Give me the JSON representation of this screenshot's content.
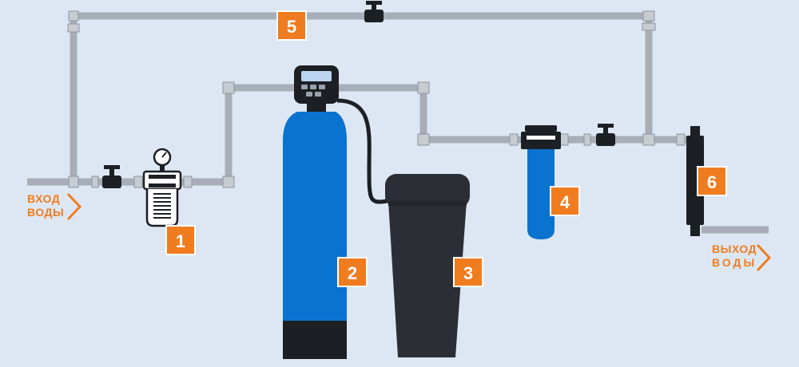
{
  "colors": {
    "background": "#dde7f3",
    "pipe": "#a7aeb7",
    "badge": "#f07c20",
    "tank_blue": "#0a72cf",
    "tank_base": "#1c1f24",
    "brine_tank": "#2b2f35",
    "label_text": "#f07c20"
  },
  "inlet": {
    "line1": "ВХОД",
    "line2": "ВОДЫ"
  },
  "outlet": {
    "line1": "ВЫХОД",
    "line2": "ВОДЫ"
  },
  "components": [
    {
      "number": "1",
      "icon": "mechanical-filter-with-gauge-icon"
    },
    {
      "number": "2",
      "icon": "softener-tank-icon"
    },
    {
      "number": "3",
      "icon": "brine-tank-icon"
    },
    {
      "number": "4",
      "icon": "cartridge-filter-icon"
    },
    {
      "number": "5",
      "icon": "bypass-line-icon"
    },
    {
      "number": "6",
      "icon": "uv-sterilizer-icon"
    }
  ]
}
